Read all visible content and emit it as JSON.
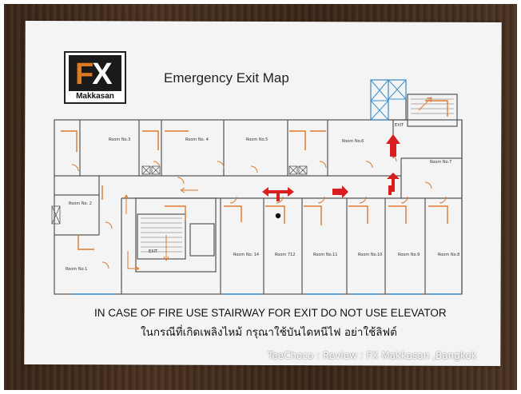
{
  "logo": {
    "letters_f": "F",
    "letters_x": "X",
    "subtitle": "Makkasan"
  },
  "map_title": "Emergency Exit Map",
  "rooms": {
    "room_3": "Room No.3",
    "room_4": "Room No. 4",
    "room_5": "Room No.5",
    "room_6": "Room No.6",
    "room_7": "Room No.7",
    "room_2": "Room No. 2",
    "room_1": "Room No.1",
    "room_14": "Room No. 14",
    "room_712": "Room 712",
    "room_11": "Room No.11",
    "room_10": "Room No.10",
    "room_9": "Room No.9",
    "room_8": "Room No.8"
  },
  "exit_labels": {
    "exit_left": "EXIT",
    "exit_right": "EXIT"
  },
  "warning_en": "IN CASE OF FIRE USE STAIRWAY FOR EXIT DO NOT USE ELEVATOR",
  "warning_th": "ในกรณีที่เกิดเพลิงไหม้ กรุณาใช้บันไดหนีไฟ อย่าใช้ลิฟต์",
  "watermark": "TeeChoco : Review : FX Makkasan ,Bangkok",
  "colors": {
    "arrow_red": "#d81e1e",
    "wall": "#555555",
    "door_orange": "#e0782a",
    "stair_blue": "#3b8fd0"
  }
}
